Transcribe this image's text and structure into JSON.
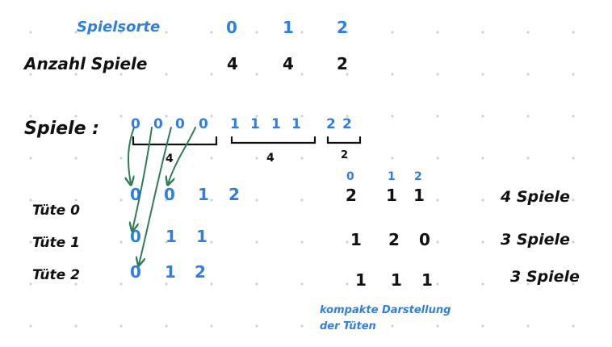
{
  "colors": {
    "ink": "#111111",
    "blue": "#2f7fe3",
    "green": "#2e7d55",
    "dot": "#cfd3d8"
  },
  "header": {
    "label": "Spielsorte",
    "values": [
      "0",
      "1",
      "2"
    ]
  },
  "count_row": {
    "label": "Anzahl Spiele",
    "values": [
      "4",
      "4",
      "2"
    ]
  },
  "spiele": {
    "label": "Spiele :",
    "digits": [
      "0",
      "0",
      "0",
      "0",
      "1",
      "1",
      "1",
      "1",
      "2",
      "2"
    ],
    "brace_labels": [
      "4",
      "4",
      "2"
    ]
  },
  "compact_header": [
    "0",
    "1",
    "2"
  ],
  "tueten": [
    {
      "label": "Tüte 0",
      "contents": [
        "0",
        "0",
        "1",
        "2"
      ],
      "counts": [
        "2",
        "1",
        "1"
      ],
      "total": "4 Spiele"
    },
    {
      "label": "Tüte 1",
      "contents": [
        "0",
        "1",
        "1"
      ],
      "counts": [
        "1",
        "2",
        "0"
      ],
      "total": "3 Spiele"
    },
    {
      "label": "Tüte 2",
      "contents": [
        "0",
        "1",
        "2"
      ],
      "counts": [
        "1",
        "1",
        "1"
      ],
      "total": "3 Spiele"
    }
  ],
  "caption": [
    "kompakte Darstellung",
    "der Tüten"
  ]
}
